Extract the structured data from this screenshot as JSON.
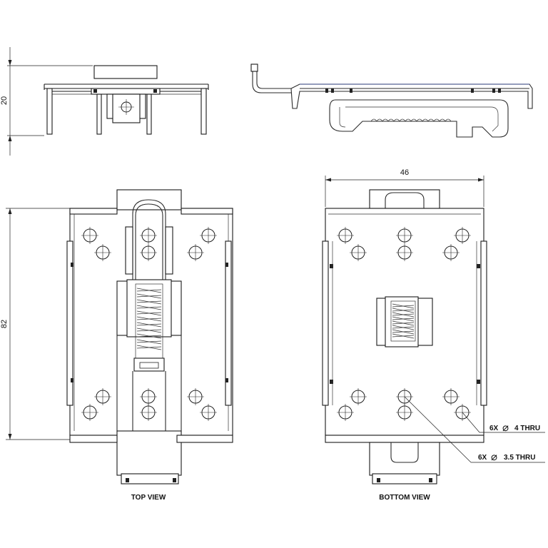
{
  "dimensions": {
    "height": "20",
    "length": "82",
    "width": "46"
  },
  "callouts": {
    "hole_a": {
      "qty": "6X",
      "symbol": "⌀",
      "spec": "4 THRU"
    },
    "hole_b": {
      "qty": "6X",
      "symbol": "⌀",
      "spec": "3.5 THRU"
    }
  },
  "views": {
    "top": "TOP VIEW",
    "bottom": "BOTTOM VIEW"
  },
  "colors": {
    "line": "#1a1a1a",
    "accent": "#2a3a7a"
  }
}
